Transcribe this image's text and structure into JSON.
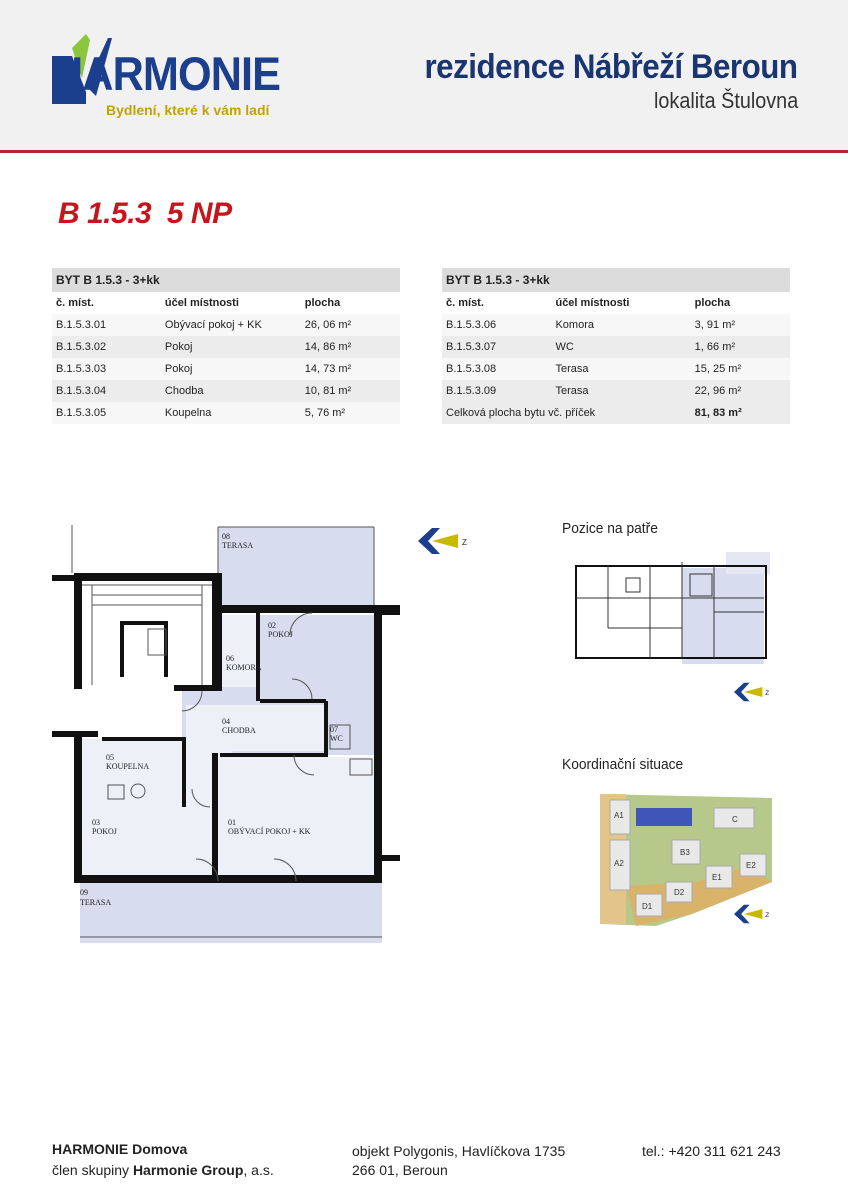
{
  "header": {
    "logo_text": "HARMONIE",
    "tagline": "Bydlení, které k vám ladí",
    "title": "rezidence Nábřeží Beroun",
    "subtitle": "lokalita Štulovna",
    "brand_color": "#1b3f8c",
    "accent_color": "#b3262d"
  },
  "unit": {
    "heading": "B 1.5.3  5 NP"
  },
  "table_left": {
    "title": "BYT B 1.5.3 - 3+kk",
    "columns": [
      "č. míst.",
      "účel místnosti",
      "plocha"
    ],
    "rows": [
      [
        "B.1.5.3.01",
        "Obývací pokoj + KK",
        "26, 06 m²"
      ],
      [
        "B.1.5.3.02",
        "Pokoj",
        "14, 86 m²"
      ],
      [
        "B.1.5.3.03",
        "Pokoj",
        "14, 73 m²"
      ],
      [
        "B.1.5.3.04",
        "Chodba",
        "10, 81 m²"
      ],
      [
        "B.1.5.3.05",
        "Koupelna",
        "5, 76 m²"
      ]
    ]
  },
  "table_right": {
    "title": "BYT B 1.5.3 - 3+kk",
    "columns": [
      "č. míst.",
      "účel místnosti",
      "plocha"
    ],
    "rows": [
      [
        "B.1.5.3.06",
        "Komora",
        "3, 91 m²"
      ],
      [
        "B.1.5.3.07",
        "WC",
        "1, 66 m²"
      ],
      [
        "B.1.5.3.08",
        "Terasa",
        "15, 25 m²"
      ],
      [
        "B.1.5.3.09",
        "Terasa",
        "22, 96 m²"
      ]
    ],
    "total_label": "Celková plocha bytu vč. příček",
    "total_value": "81, 83 m²"
  },
  "plan": {
    "rooms": [
      {
        "num": "08",
        "name": "TERASA"
      },
      {
        "num": "02",
        "name": "POKOJ"
      },
      {
        "num": "06",
        "name": "KOMORA"
      },
      {
        "num": "04",
        "name": "CHODBA"
      },
      {
        "num": "07",
        "name": "WC"
      },
      {
        "num": "05",
        "name": "KOUPELNA"
      },
      {
        "num": "03",
        "name": "POKOJ"
      },
      {
        "num": "01",
        "name": "OBÝVACÍ POKOJ + KK"
      },
      {
        "num": "09",
        "name": "TERASA"
      }
    ],
    "north_label": "Z",
    "room_fill": "#d7dcef"
  },
  "floor_position": {
    "title": "Pozice na patře"
  },
  "site_plan": {
    "title": "Koordinační situace",
    "buildings": [
      "A1",
      "A2",
      "B3",
      "C",
      "D1",
      "D2",
      "E1",
      "E2"
    ]
  },
  "footer": {
    "company": "HARMONIE Domova",
    "group_prefix": "člen skupiny ",
    "group_name": "Harmonie Group",
    "group_suffix": ", a.s.",
    "address1": "objekt Polygonis, Havlíčkova 1735",
    "address2": "266 01, Beroun",
    "phone": "tel.: +420 311 621 243"
  }
}
